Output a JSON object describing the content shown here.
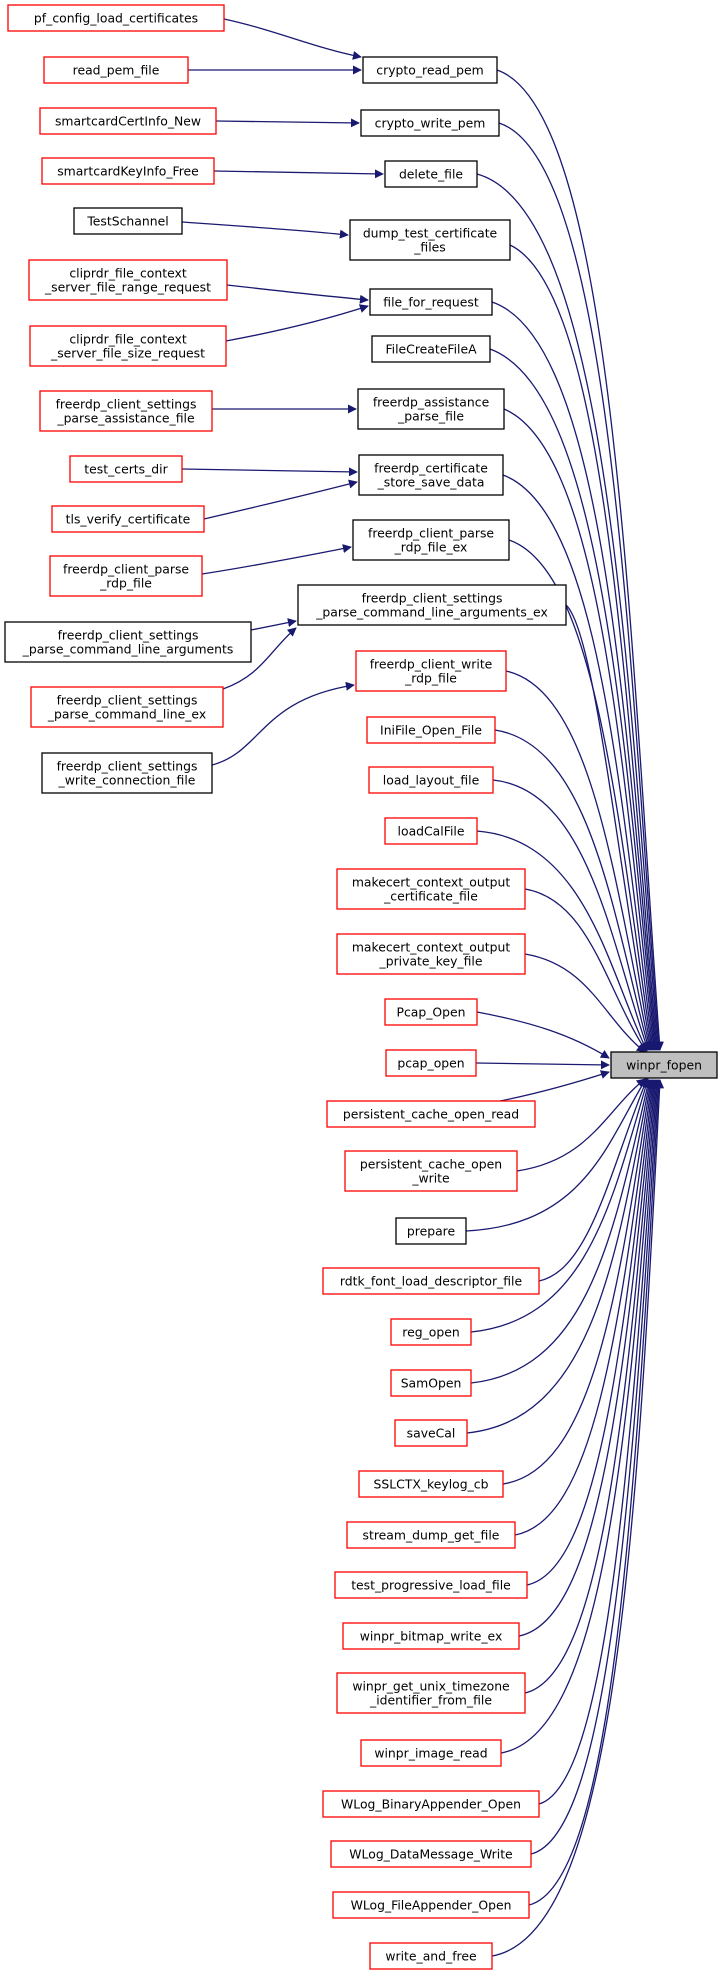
{
  "colors": {
    "edge": "#191970",
    "border_red": "#ff0000",
    "border_black": "#000000",
    "target_fill": "#bfbfbf",
    "text": "#000000",
    "background": "#ffffff"
  },
  "nodes": {
    "pf_config_load_certificates": {
      "lines": [
        "pf_config_load_certificates"
      ],
      "border": "red"
    },
    "read_pem_file": {
      "lines": [
        "read_pem_file"
      ],
      "border": "red"
    },
    "smartcardCertInfo_New": {
      "lines": [
        "smartcardCertInfo_New"
      ],
      "border": "red"
    },
    "smartcardKeyInfo_Free": {
      "lines": [
        "smartcardKeyInfo_Free"
      ],
      "border": "red"
    },
    "TestSchannel": {
      "lines": [
        "TestSchannel"
      ],
      "border": "black"
    },
    "cliprdr_range": {
      "lines": [
        "cliprdr_file_context",
        "_server_file_range_request"
      ],
      "border": "red"
    },
    "cliprdr_size": {
      "lines": [
        "cliprdr_file_context",
        "_server_file_size_request"
      ],
      "border": "red"
    },
    "parse_assistance_file": {
      "lines": [
        "freerdp_client_settings",
        "_parse_assistance_file"
      ],
      "border": "red"
    },
    "test_certs_dir": {
      "lines": [
        "test_certs_dir"
      ],
      "border": "red"
    },
    "tls_verify_certificate": {
      "lines": [
        "tls_verify_certificate"
      ],
      "border": "red"
    },
    "client_parse_rdp_file": {
      "lines": [
        "freerdp_client_parse",
        "_rdp_file"
      ],
      "border": "red"
    },
    "parse_cmdline_args": {
      "lines": [
        "freerdp_client_settings",
        "_parse_command_line_arguments"
      ],
      "border": "black"
    },
    "parse_cmdline_ex": {
      "lines": [
        "freerdp_client_settings",
        "_parse_command_line_ex"
      ],
      "border": "red"
    },
    "write_connection_file": {
      "lines": [
        "freerdp_client_settings",
        "_write_connection_file"
      ],
      "border": "black"
    },
    "crypto_read_pem": {
      "lines": [
        "crypto_read_pem"
      ],
      "border": "black"
    },
    "crypto_write_pem": {
      "lines": [
        "crypto_write_pem"
      ],
      "border": "black"
    },
    "delete_file": {
      "lines": [
        "delete_file"
      ],
      "border": "black"
    },
    "dump_test_certificate_files": {
      "lines": [
        "dump_test_certificate",
        "_files"
      ],
      "border": "black"
    },
    "file_for_request": {
      "lines": [
        "file_for_request"
      ],
      "border": "black"
    },
    "FileCreateFileA": {
      "lines": [
        "FileCreateFileA"
      ],
      "border": "black"
    },
    "assistance_parse_file": {
      "lines": [
        "freerdp_assistance",
        "_parse_file"
      ],
      "border": "black"
    },
    "certificate_store_save_data": {
      "lines": [
        "freerdp_certificate",
        "_store_save_data"
      ],
      "border": "black"
    },
    "client_parse_rdp_file_ex": {
      "lines": [
        "freerdp_client_parse",
        "_rdp_file_ex"
      ],
      "border": "black"
    },
    "parse_cmdline_args_ex": {
      "lines": [
        "freerdp_client_settings",
        "_parse_command_line_arguments_ex"
      ],
      "border": "black"
    },
    "client_write_rdp_file": {
      "lines": [
        "freerdp_client_write",
        "_rdp_file"
      ],
      "border": "red"
    },
    "IniFile_Open_File": {
      "lines": [
        "IniFile_Open_File"
      ],
      "border": "red"
    },
    "load_layout_file": {
      "lines": [
        "load_layout_file"
      ],
      "border": "red"
    },
    "loadCalFile": {
      "lines": [
        "loadCalFile"
      ],
      "border": "red"
    },
    "makecert_cert_file": {
      "lines": [
        "makecert_context_output",
        "_certificate_file"
      ],
      "border": "red"
    },
    "makecert_key_file": {
      "lines": [
        "makecert_context_output",
        "_private_key_file"
      ],
      "border": "red"
    },
    "Pcap_Open": {
      "lines": [
        "Pcap_Open"
      ],
      "border": "red"
    },
    "pcap_open": {
      "lines": [
        "pcap_open"
      ],
      "border": "red"
    },
    "persistent_cache_open_read": {
      "lines": [
        "persistent_cache_open_read"
      ],
      "border": "red"
    },
    "persistent_cache_open_write": {
      "lines": [
        "persistent_cache_open",
        "_write"
      ],
      "border": "red"
    },
    "prepare": {
      "lines": [
        "prepare"
      ],
      "border": "black"
    },
    "rdtk_font_load_descriptor_file": {
      "lines": [
        "rdtk_font_load_descriptor_file"
      ],
      "border": "red"
    },
    "reg_open": {
      "lines": [
        "reg_open"
      ],
      "border": "red"
    },
    "SamOpen": {
      "lines": [
        "SamOpen"
      ],
      "border": "red"
    },
    "saveCal": {
      "lines": [
        "saveCal"
      ],
      "border": "red"
    },
    "SSLCTX_keylog_cb": {
      "lines": [
        "SSLCTX_keylog_cb"
      ],
      "border": "red"
    },
    "stream_dump_get_file": {
      "lines": [
        "stream_dump_get_file"
      ],
      "border": "red"
    },
    "test_progressive_load_file": {
      "lines": [
        "test_progressive_load_file"
      ],
      "border": "red"
    },
    "winpr_bitmap_write_ex": {
      "lines": [
        "winpr_bitmap_write_ex"
      ],
      "border": "red"
    },
    "unix_timezone": {
      "lines": [
        "winpr_get_unix_timezone",
        "_identifier_from_file"
      ],
      "border": "red"
    },
    "winpr_image_read": {
      "lines": [
        "winpr_image_read"
      ],
      "border": "red"
    },
    "WLog_BinaryAppender_Open": {
      "lines": [
        "WLog_BinaryAppender_Open"
      ],
      "border": "red"
    },
    "WLog_DataMessage_Write": {
      "lines": [
        "WLog_DataMessage_Write"
      ],
      "border": "red"
    },
    "WLog_FileAppender_Open": {
      "lines": [
        "WLog_FileAppender_Open"
      ],
      "border": "red"
    },
    "write_and_free": {
      "lines": [
        "write_and_free"
      ],
      "border": "red"
    },
    "winpr_fopen": {
      "lines": [
        "winpr_fopen"
      ],
      "border": "black",
      "filled": true
    }
  }
}
